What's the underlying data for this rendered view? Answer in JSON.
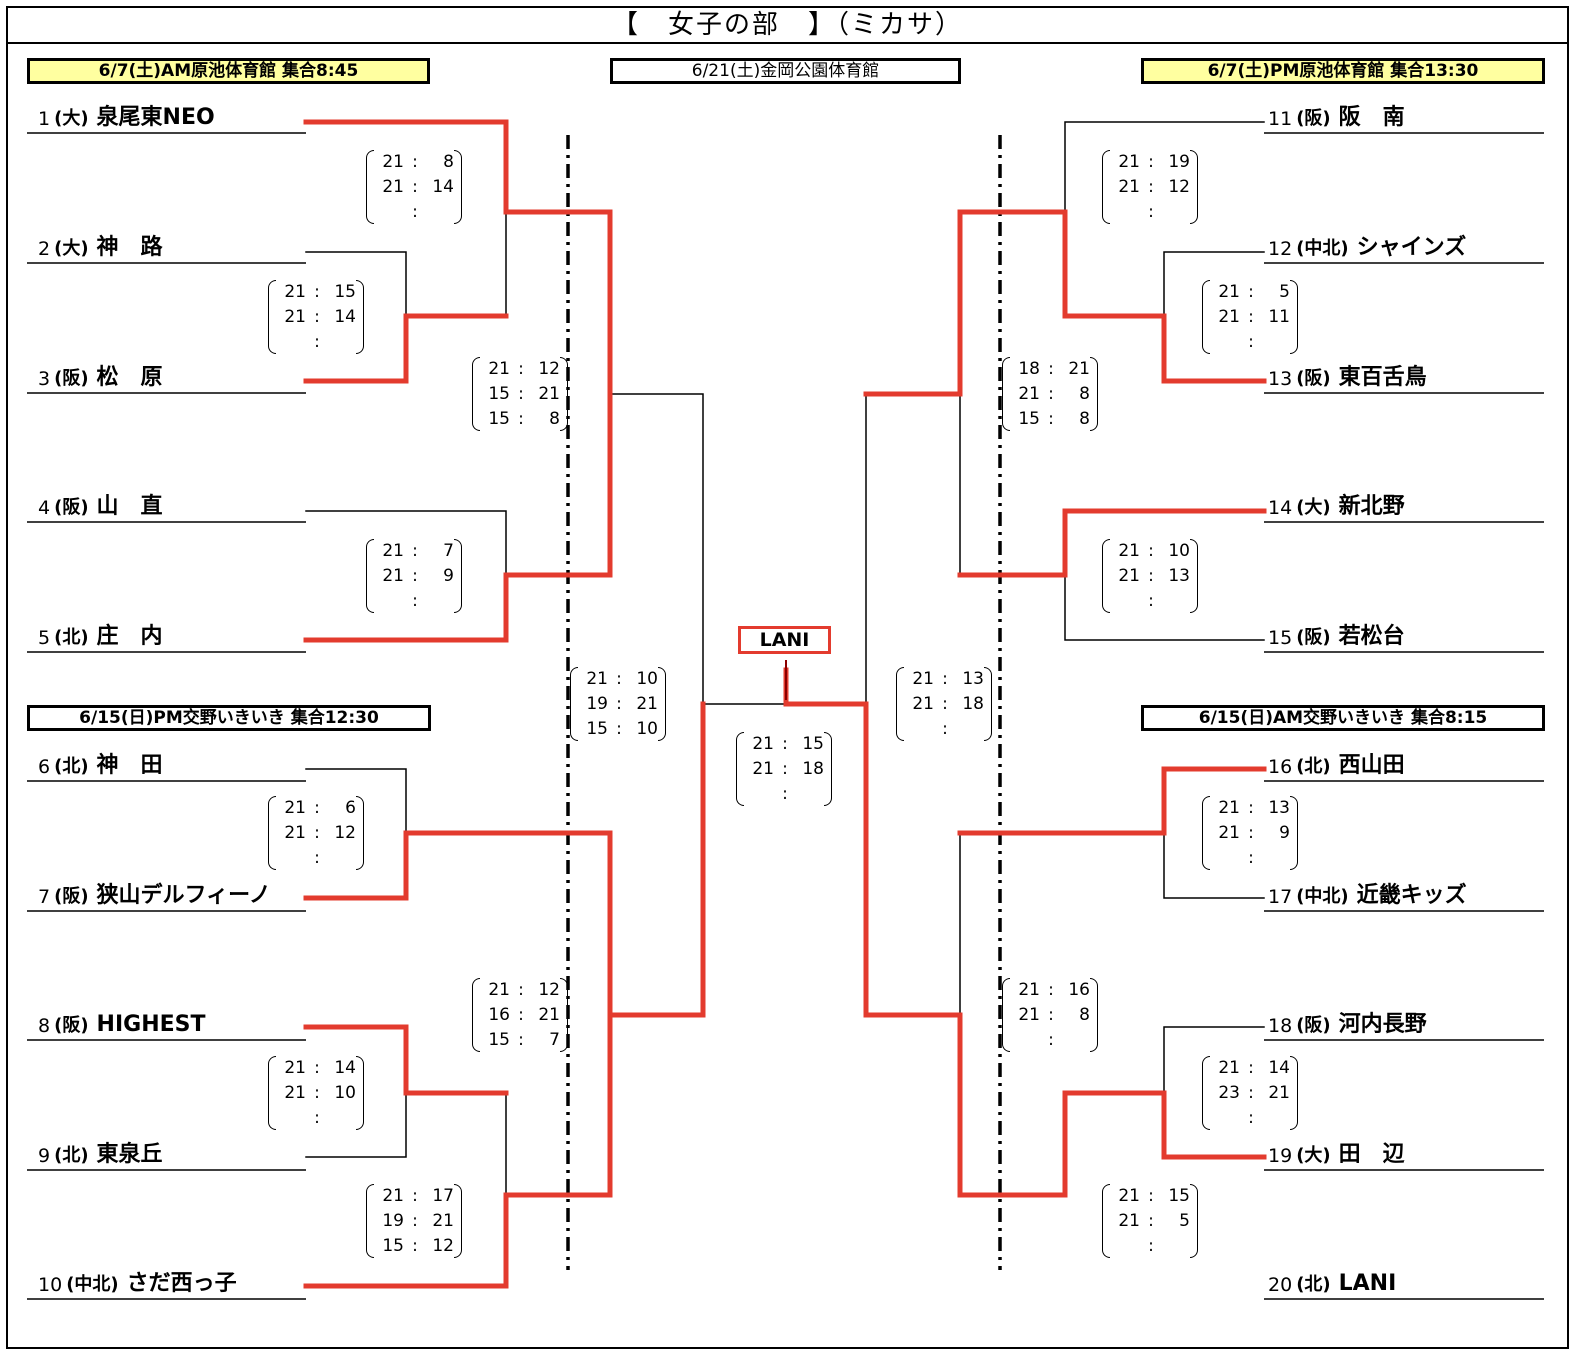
{
  "title": "【　女子の部　】（ミカサ）",
  "venues": {
    "left_top": "6/7(土)AM原池体育館 集合8:45",
    "center": "6/21(土)金岡公園体育館",
    "right_top": "6/7(土)PM原池体育館 集合13:30",
    "left_bottom": "6/15(日)PM交野いきいき 集合12:30",
    "right_bottom": "6/15(日)AM交野いきいき 集合8:15"
  },
  "teams": [
    {
      "num": "1",
      "pref": "(大)",
      "name": "泉尾東NEO"
    },
    {
      "num": "2",
      "pref": "(大)",
      "name": "神　路"
    },
    {
      "num": "3",
      "pref": "(阪)",
      "name": "松　原"
    },
    {
      "num": "4",
      "pref": "(阪)",
      "name": "山　直"
    },
    {
      "num": "5",
      "pref": "(北)",
      "name": "庄　内"
    },
    {
      "num": "6",
      "pref": "(北)",
      "name": "神　田"
    },
    {
      "num": "7",
      "pref": "(阪)",
      "name": "狭山デルフィーノ"
    },
    {
      "num": "8",
      "pref": "(阪)",
      "name": "HIGHEST"
    },
    {
      "num": "9",
      "pref": "(北)",
      "name": "東泉丘"
    },
    {
      "num": "10",
      "pref": "(中北)",
      "name": "さだ西っ子"
    },
    {
      "num": "11",
      "pref": "(阪)",
      "name": "阪　南"
    },
    {
      "num": "12",
      "pref": "(中北)",
      "name": "シャインズ"
    },
    {
      "num": "13",
      "pref": "(阪)",
      "name": "東百舌鳥"
    },
    {
      "num": "14",
      "pref": "(大)",
      "name": "新北野"
    },
    {
      "num": "15",
      "pref": "(阪)",
      "name": "若松台"
    },
    {
      "num": "16",
      "pref": "(北)",
      "name": "西山田"
    },
    {
      "num": "17",
      "pref": "(中北)",
      "name": "近畿キッズ"
    },
    {
      "num": "18",
      "pref": "(阪)",
      "name": "河内長野"
    },
    {
      "num": "19",
      "pref": "(大)",
      "name": "田　辺"
    },
    {
      "num": "20",
      "pref": "(北)",
      "name": "LANI"
    }
  ],
  "scores": [
    {
      "id": "m1_vs_2_3",
      "sets": [
        [
          "21",
          "8"
        ],
        [
          "21",
          "14"
        ],
        [
          "",
          ""
        ]
      ]
    },
    {
      "id": "m2_vs_3",
      "sets": [
        [
          "21",
          "15"
        ],
        [
          "21",
          "14"
        ],
        [
          "",
          ""
        ]
      ]
    },
    {
      "id": "m4_vs_5",
      "sets": [
        [
          "21",
          "7"
        ],
        [
          "21",
          "9"
        ],
        [
          "",
          ""
        ]
      ]
    },
    {
      "id": "l_semi_top",
      "sets": [
        [
          "21",
          "12"
        ],
        [
          "15",
          "21"
        ],
        [
          "15",
          "8"
        ]
      ]
    },
    {
      "id": "m6_vs_7",
      "sets": [
        [
          "21",
          "6"
        ],
        [
          "21",
          "12"
        ],
        [
          "",
          ""
        ]
      ]
    },
    {
      "id": "m8_vs_9",
      "sets": [
        [
          "21",
          "14"
        ],
        [
          "21",
          "10"
        ],
        [
          "",
          ""
        ]
      ]
    },
    {
      "id": "m10_vs_8_9",
      "sets": [
        [
          "21",
          "17"
        ],
        [
          "19",
          "21"
        ],
        [
          "15",
          "12"
        ]
      ]
    },
    {
      "id": "l_semi_bottom",
      "sets": [
        [
          "21",
          "12"
        ],
        [
          "16",
          "21"
        ],
        [
          "15",
          "7"
        ]
      ]
    },
    {
      "id": "left_final",
      "sets": [
        [
          "21",
          "10"
        ],
        [
          "19",
          "21"
        ],
        [
          "15",
          "10"
        ]
      ]
    },
    {
      "id": "final",
      "sets": [
        [
          "21",
          "15"
        ],
        [
          "21",
          "18"
        ],
        [
          "",
          ""
        ]
      ]
    },
    {
      "id": "right_final",
      "sets": [
        [
          "21",
          "13"
        ],
        [
          "21",
          "18"
        ],
        [
          "",
          ""
        ]
      ]
    },
    {
      "id": "m11_vs_12_13",
      "sets": [
        [
          "21",
          "19"
        ],
        [
          "21",
          "12"
        ],
        [
          "",
          ""
        ]
      ]
    },
    {
      "id": "m12_vs_13",
      "sets": [
        [
          "21",
          "5"
        ],
        [
          "21",
          "11"
        ],
        [
          "",
          ""
        ]
      ]
    },
    {
      "id": "r_semi_top",
      "sets": [
        [
          "18",
          "21"
        ],
        [
          "21",
          "8"
        ],
        [
          "15",
          "8"
        ]
      ]
    },
    {
      "id": "m14_vs_15",
      "sets": [
        [
          "21",
          "10"
        ],
        [
          "21",
          "13"
        ],
        [
          "",
          ""
        ]
      ]
    },
    {
      "id": "m16_vs_17",
      "sets": [
        [
          "21",
          "13"
        ],
        [
          "21",
          "9"
        ],
        [
          "",
          ""
        ]
      ]
    },
    {
      "id": "r_semi_bottom",
      "sets": [
        [
          "21",
          "16"
        ],
        [
          "21",
          "8"
        ],
        [
          "",
          ""
        ]
      ]
    },
    {
      "id": "m18_vs_19",
      "sets": [
        [
          "21",
          "14"
        ],
        [
          "23",
          "21"
        ],
        [
          "",
          ""
        ]
      ]
    },
    {
      "id": "m20_vs_18_19",
      "sets": [
        [
          "21",
          "15"
        ],
        [
          "21",
          "5"
        ],
        [
          "",
          ""
        ]
      ]
    }
  ],
  "score_separator": ":",
  "champion": "LANI",
  "colors": {
    "winner_line": "#e33b2e",
    "line": "#000000",
    "venue_highlight": "#ffffa0"
  }
}
